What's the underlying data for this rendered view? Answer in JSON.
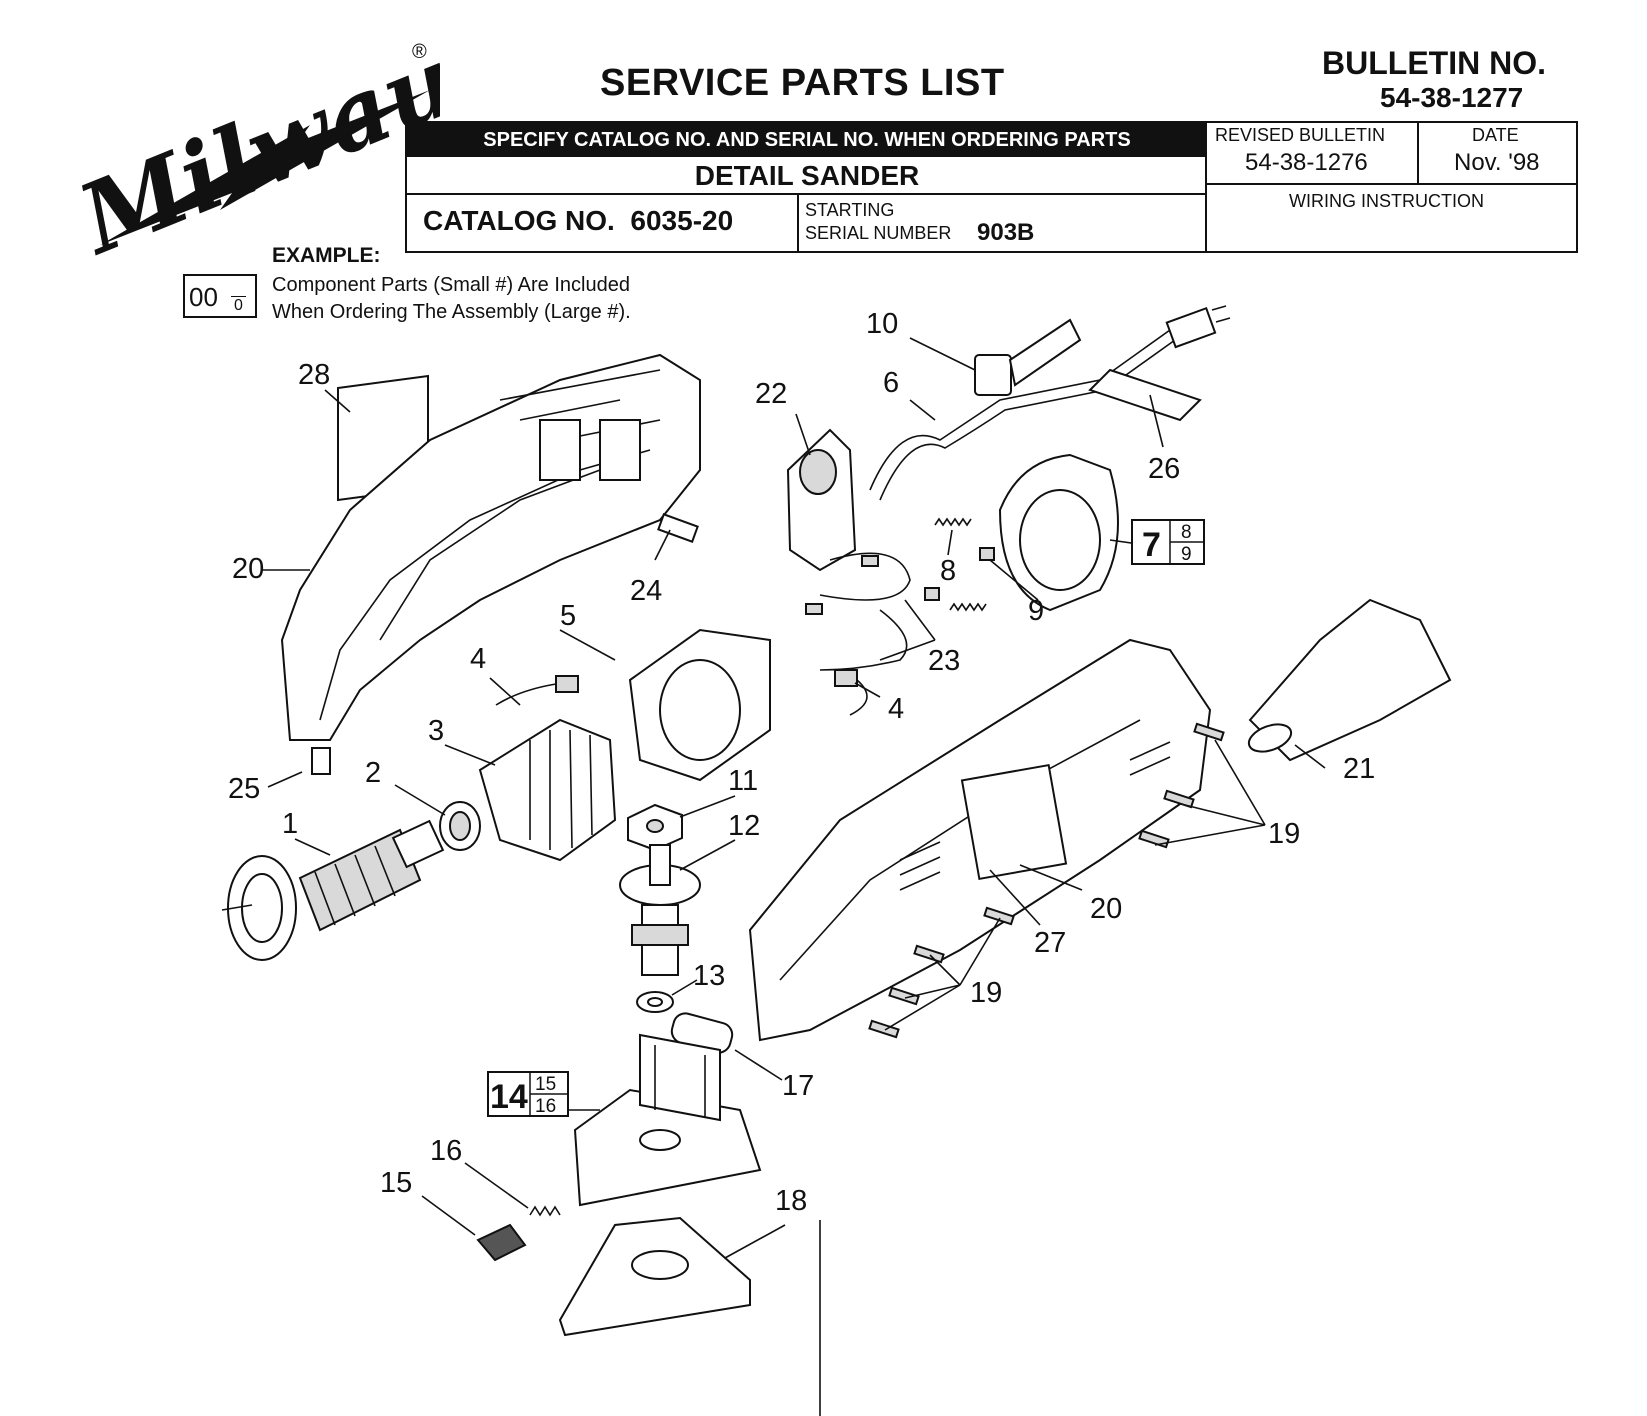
{
  "header": {
    "brand": "Milwaukee",
    "registered_mark": "®",
    "title": "SERVICE PARTS LIST",
    "bulletin_label": "BULLETIN NO.",
    "bulletin_number": "54-38-1277",
    "order_notice": "SPECIFY CATALOG NO. AND SERIAL NO. WHEN ORDERING PARTS",
    "product": "DETAIL SANDER",
    "catalog_label": "CATALOG NO.",
    "catalog_number": "6035-20",
    "starting_label": "STARTING",
    "serial_label": "SERIAL NUMBER",
    "serial_number": "903B",
    "revised_label": "REVISED BULLETIN",
    "revised_number": "54-38-1276",
    "date_label": "DATE",
    "date_value": "Nov. '98",
    "wiring_label": "WIRING INSTRUCTION"
  },
  "example": {
    "label": "EXAMPLE:",
    "box_large": "00",
    "box_small": "0",
    "line1": "Component Parts (Small #) Are Included",
    "line2": "When Ordering The Assembly (Large #)."
  },
  "callouts": {
    "c1": "1",
    "c2": "2",
    "c3": "3",
    "c4a": "4",
    "c4b": "4",
    "c5": "5",
    "c6": "6",
    "c8": "8",
    "c9": "9",
    "c10": "10",
    "c11": "11",
    "c12": "12",
    "c13": "13",
    "c15": "15",
    "c16": "16",
    "c17": "17",
    "c18": "18",
    "c19a": "19",
    "c19b": "19",
    "c20a": "20",
    "c20b": "20",
    "c21": "21",
    "c22": "22",
    "c23": "23",
    "c24": "24",
    "c25": "25",
    "c26": "26",
    "c27": "27",
    "c28": "28"
  },
  "assemblies": {
    "a7_large": "7",
    "a7_small_top": "8",
    "a7_small_bottom": "9",
    "a14_large": "14",
    "a14_small_top": "15",
    "a14_small_bottom": "16"
  }
}
